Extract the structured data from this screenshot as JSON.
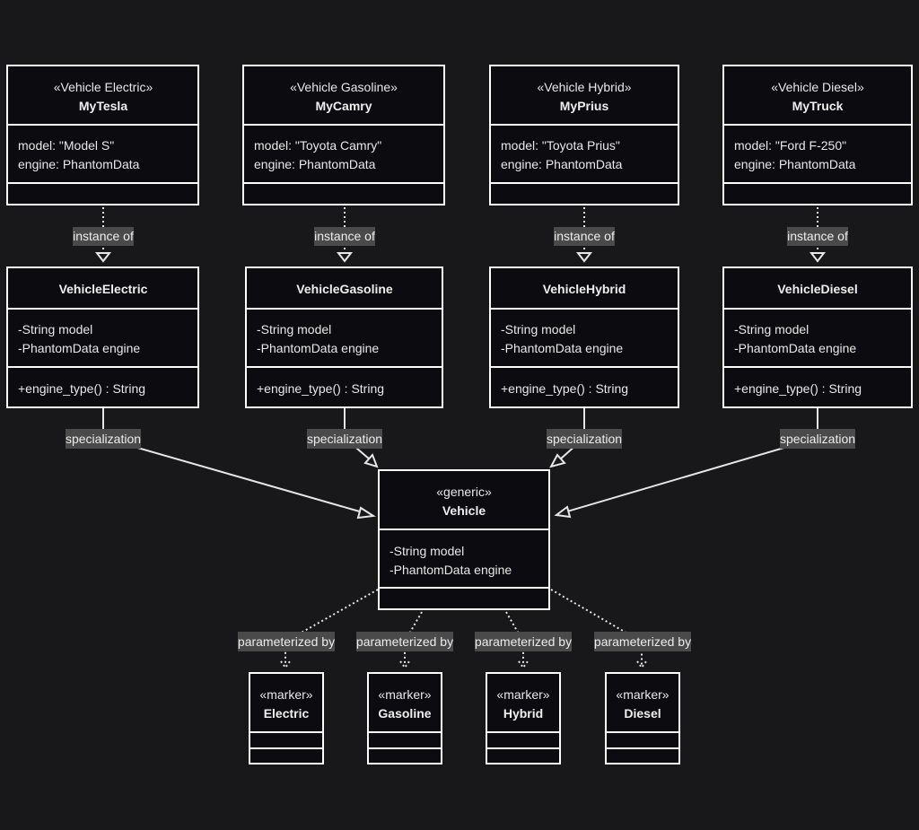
{
  "objects": [
    {
      "stereotype": "«Vehicle Electric»",
      "name": "MyTesla",
      "attrs": [
        "model: \"Model S\"",
        "engine: PhantomData"
      ]
    },
    {
      "stereotype": "«Vehicle Gasoline»",
      "name": "MyCamry",
      "attrs": [
        "model: \"Toyota Camry\"",
        "engine: PhantomData"
      ]
    },
    {
      "stereotype": "«Vehicle Hybrid»",
      "name": "MyPrius",
      "attrs": [
        "model: \"Toyota Prius\"",
        "engine: PhantomData"
      ]
    },
    {
      "stereotype": "«Vehicle Diesel»",
      "name": "MyTruck",
      "attrs": [
        "model: \"Ford F-250\"",
        "engine: PhantomData"
      ]
    }
  ],
  "classes": [
    {
      "name": "VehicleElectric",
      "attrs": [
        "-String model",
        "-PhantomData engine"
      ],
      "methods": [
        "+engine_type() : String"
      ]
    },
    {
      "name": "VehicleGasoline",
      "attrs": [
        "-String model",
        "-PhantomData engine"
      ],
      "methods": [
        "+engine_type() : String"
      ]
    },
    {
      "name": "VehicleHybrid",
      "attrs": [
        "-String model",
        "-PhantomData engine"
      ],
      "methods": [
        "+engine_type() : String"
      ]
    },
    {
      "name": "VehicleDiesel",
      "attrs": [
        "-String model",
        "-PhantomData engine"
      ],
      "methods": [
        "+engine_type() : String"
      ]
    }
  ],
  "generic": {
    "stereotype": "«generic»",
    "name": "Vehicle",
    "attrs": [
      "-String model",
      "-PhantomData engine"
    ]
  },
  "markers": [
    {
      "stereotype": "«marker»",
      "name": "Electric"
    },
    {
      "stereotype": "«marker»",
      "name": "Gasoline"
    },
    {
      "stereotype": "«marker»",
      "name": "Hybrid"
    },
    {
      "stereotype": "«marker»",
      "name": "Diesel"
    }
  ],
  "edge_labels": {
    "instance_of": "instance of",
    "specialization": "specialization",
    "parameterized_by": "parameterized by"
  },
  "colors": {
    "background": "#18181b",
    "box_fill": "#0c0c10",
    "box_stroke": "#ffffff",
    "label_bg": "#4a4a4a",
    "text": "#e8e8e8"
  }
}
